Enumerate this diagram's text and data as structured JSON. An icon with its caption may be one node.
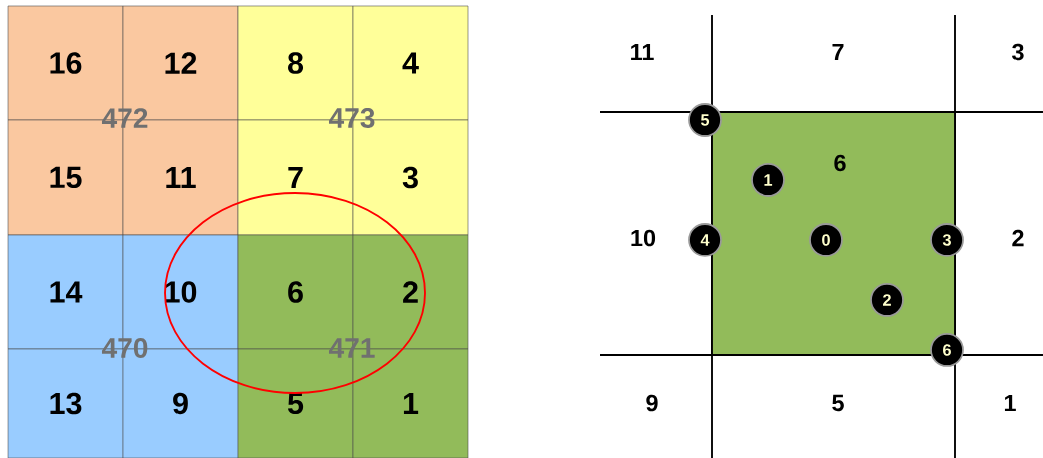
{
  "diagram": {
    "nodes": [
      {
        "text": [
          "16"
        ]
      },
      {
        "text": [
          "12"
        ]
      },
      {
        "text": [
          "8"
        ]
      },
      {
        "text": [
          "4"
        ]
      },
      {
        "text": [
          "15"
        ]
      },
      {
        "text": [
          "11"
        ]
      },
      {
        "text": [
          "7"
        ]
      },
      {
        "text": [
          "3"
        ]
      },
      {
        "text": [
          "14"
        ]
      },
      {
        "text": [
          "10"
        ]
      },
      {
        "text": [
          "6"
        ]
      },
      {
        "text": [
          "2"
        ]
      },
      {
        "text": [
          "13"
        ]
      },
      {
        "text": [
          "9"
        ]
      },
      {
        "text": [
          "5"
        ]
      },
      {
        "text": [
          "1"
        ]
      },
      {
        "text": [
          "6"
        ]
      },
      {
        "text": [
          "5"
        ]
      },
      {
        "text": [
          "1"
        ],
        "in": 16
      },
      {
        "text": [
          "4"
        ]
      },
      {
        "text": [
          "0"
        ],
        "in": 16
      },
      {
        "text": [
          "3"
        ]
      },
      {
        "text": [
          "2"
        ],
        "in": 16
      },
      {
        "text": [
          "6"
        ]
      }
    ],
    "labels": [
      "472",
      "473",
      "470",
      "471",
      "11",
      "7",
      "3",
      "10",
      "2",
      "9",
      "5",
      "1"
    ]
  }
}
